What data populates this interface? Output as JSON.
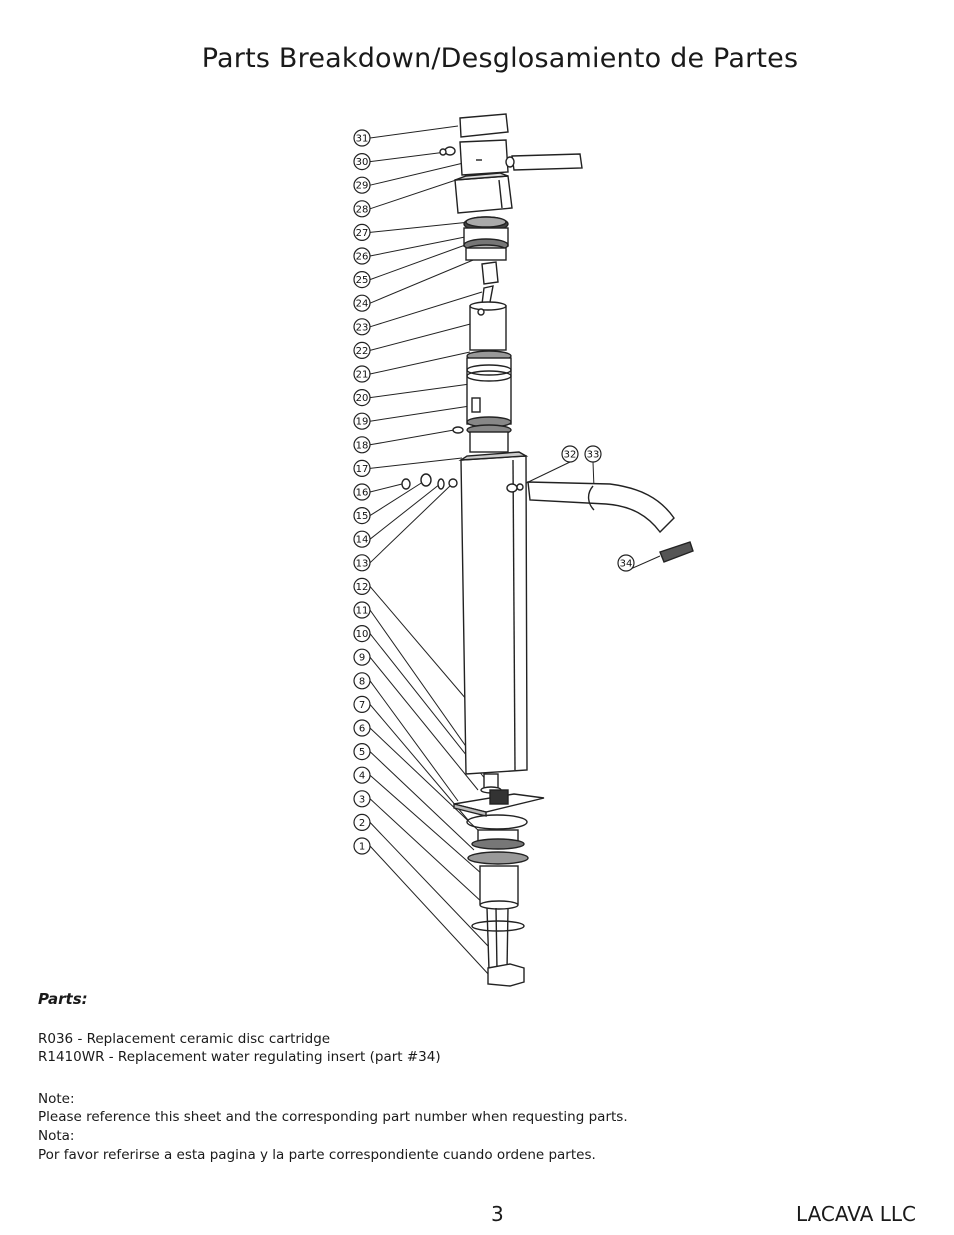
{
  "title": "Parts Breakdown/Desglosamiento de Partes",
  "callouts_left": [
    "31",
    "30",
    "29",
    "28",
    "27",
    "26",
    "25",
    "24",
    "23",
    "22",
    "21",
    "20",
    "19",
    "18",
    "17",
    "16",
    "15",
    "14",
    "13",
    "12",
    "11",
    "10",
    "9",
    "8",
    "7",
    "6",
    "5",
    "4",
    "3",
    "2",
    "1"
  ],
  "callouts_spout": [
    "32",
    "33",
    "34"
  ],
  "parts": {
    "heading": "Parts:",
    "items": [
      "R036 - Replacement ceramic disc cartridge",
      "R1410WR - Replacement water regulating insert (part #34)"
    ]
  },
  "note": {
    "label_en": "Note:",
    "text_en": "Please reference this sheet and the corresponding part number when requesting parts.",
    "label_es": "Nota:",
    "text_es": "Por favor referirse a esta pagina y la parte correspondiente cuando ordene partes."
  },
  "footer": {
    "page": "3",
    "company": "LACAVA LLC"
  }
}
